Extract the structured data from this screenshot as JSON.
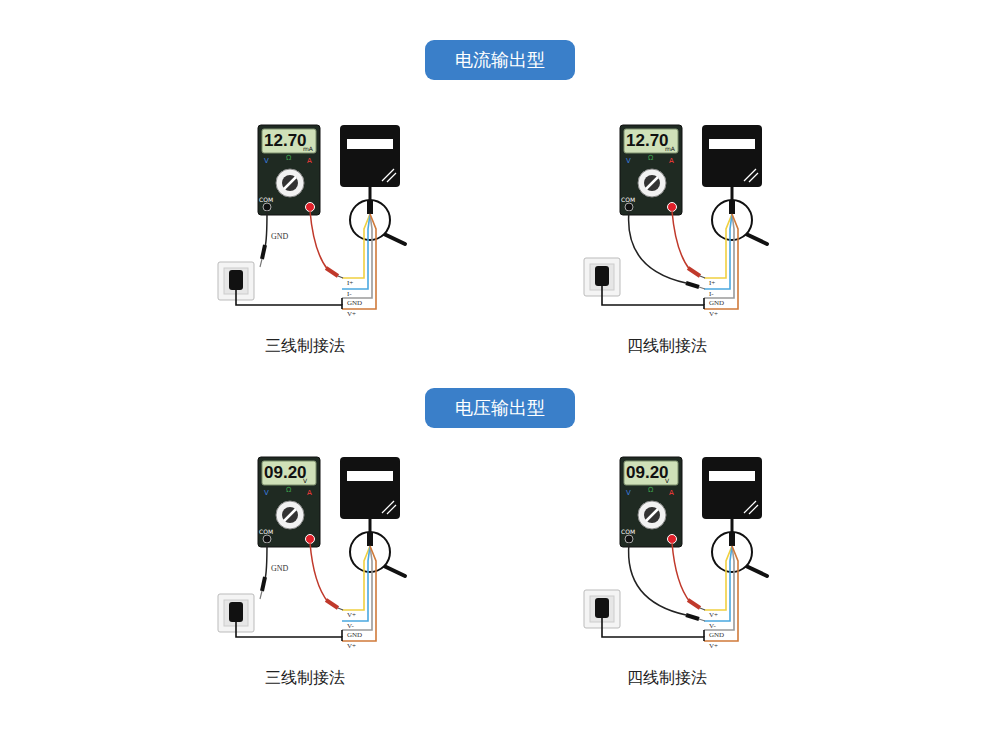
{
  "diagram": {
    "nodes": [
      {
        "text": [
          "电流输出型"
        ]
      },
      {
        "text": [
          "电压输出型"
        ]
      }
    ],
    "labels": [
      "12.70",
      "mA",
      "V",
      "Ω",
      "A",
      "COM",
      "GND",
      "I+",
      "I-",
      "GND",
      "V+",
      "三线制接法",
      "12.70",
      "mA",
      "V",
      "Ω",
      "A",
      "COM",
      "I+",
      "I-",
      "GND",
      "V+",
      "四线制接法",
      "09.20",
      "V",
      "V",
      "Ω",
      "A",
      "COM",
      "GND",
      "V+",
      "V-",
      "GND",
      "V+",
      "三线制接法",
      "09.20",
      "V",
      "V",
      "Ω",
      "A",
      "COM",
      "V+",
      "V-",
      "GND",
      "V+",
      "四线制接法"
    ]
  }
}
